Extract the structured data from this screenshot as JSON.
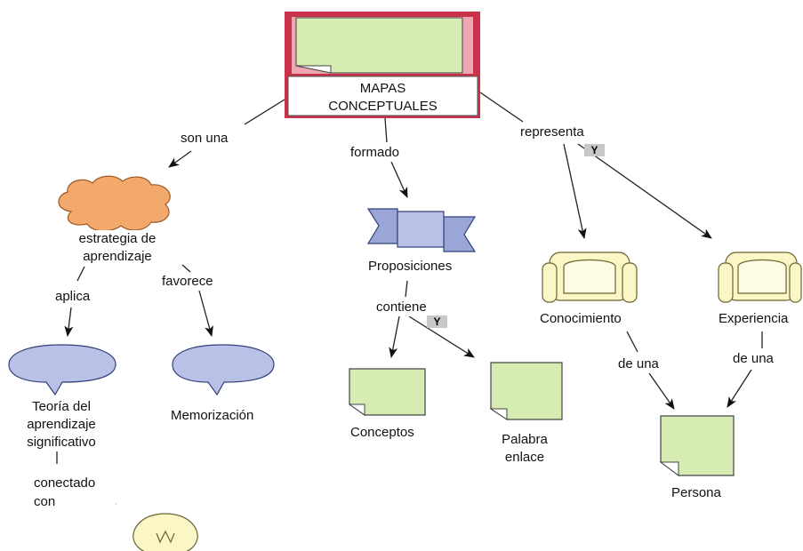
{
  "root": {
    "title": "MAPAS\nCONCEPTUALES"
  },
  "links": {
    "son_una": "son una",
    "formado": "formado",
    "representa": "representa",
    "aplica": "aplica",
    "favorece": "favorece",
    "contiene": "contiene",
    "de_una_left": "de una",
    "de_una_right": "de una",
    "conectado_con": "conectado\ncon"
  },
  "concepts": {
    "estrategia": "estrategia de\naprendizaje",
    "proposiciones": "Proposiciones",
    "conocimiento": "Conocimiento",
    "experiencia": "Experiencia",
    "teoria": "Teoría del\naprendizaje\nsignificativo",
    "memorizacion": "Memorización",
    "conceptos": "Conceptos",
    "palabra_enlace": "Palabra\nenlace",
    "persona": "Persona"
  },
  "and_badges": [
    "Y",
    "Y"
  ],
  "colors": {
    "root_border": "#c8324b",
    "note_fill": "#d6ecb2",
    "cloud_fill": "#f3a96b",
    "bubble_fill": "#b9c2e6",
    "ribbon_fill": "#b9c2e6",
    "scroll_fill": "#fbf6c5",
    "bulb_fill": "#fbf6c5",
    "badge_fill": "#c8c8c8"
  },
  "icons": [
    "document-icon",
    "cloud-icon",
    "ribbon-icon",
    "scroll-icon",
    "speech-bubble-icon",
    "lightbulb-icon"
  ]
}
